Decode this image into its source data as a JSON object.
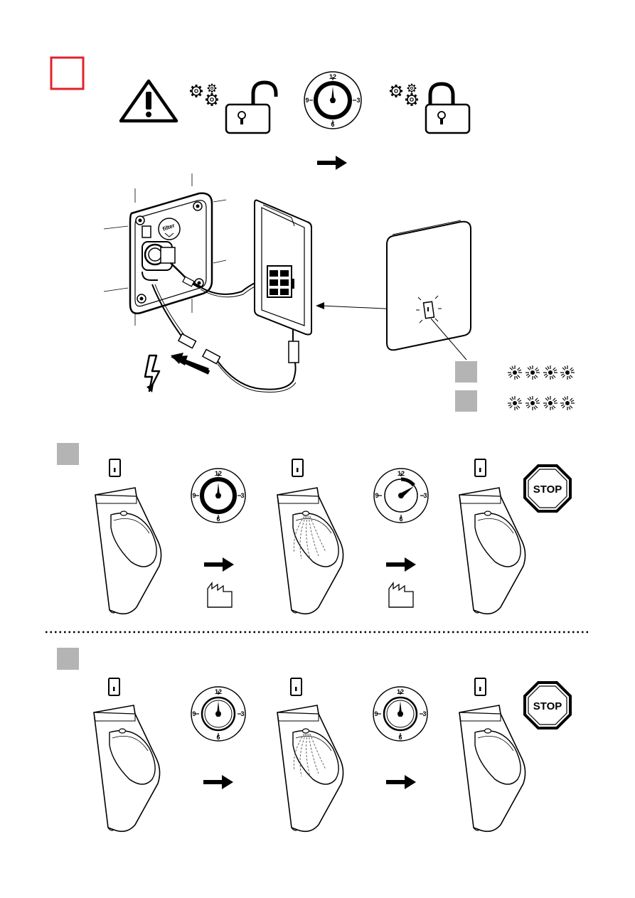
{
  "colors": {
    "accent_red": "#e5202a",
    "step_gray": "#b4b4b4",
    "ink": "#000000"
  },
  "header": {
    "icons": [
      "red-square-marker",
      "warning-icon",
      "gears-icon",
      "unlock-icon",
      "timer-dial-icon",
      "gears-icon",
      "lock-icon"
    ],
    "dial_labels": {
      "top": "12",
      "right": "3",
      "bottom": "6",
      "left": "9"
    }
  },
  "install": {
    "filter_label": "filter",
    "led_patterns": [
      "blink-4",
      "blink-4"
    ]
  },
  "row1": {
    "dial_a": {
      "top": "12",
      "right": "3",
      "bottom": "6",
      "left": "9"
    },
    "dial_b": {
      "top": "12",
      "right": "3",
      "bottom": "6",
      "left": "9"
    },
    "stop": "STOP"
  },
  "row2": {
    "dial_a": {
      "top": "12",
      "right": "3",
      "bottom": "6",
      "left": "9"
    },
    "dial_b": {
      "top": "12",
      "right": "3",
      "bottom": "6",
      "left": "9"
    },
    "stop": "STOP"
  }
}
